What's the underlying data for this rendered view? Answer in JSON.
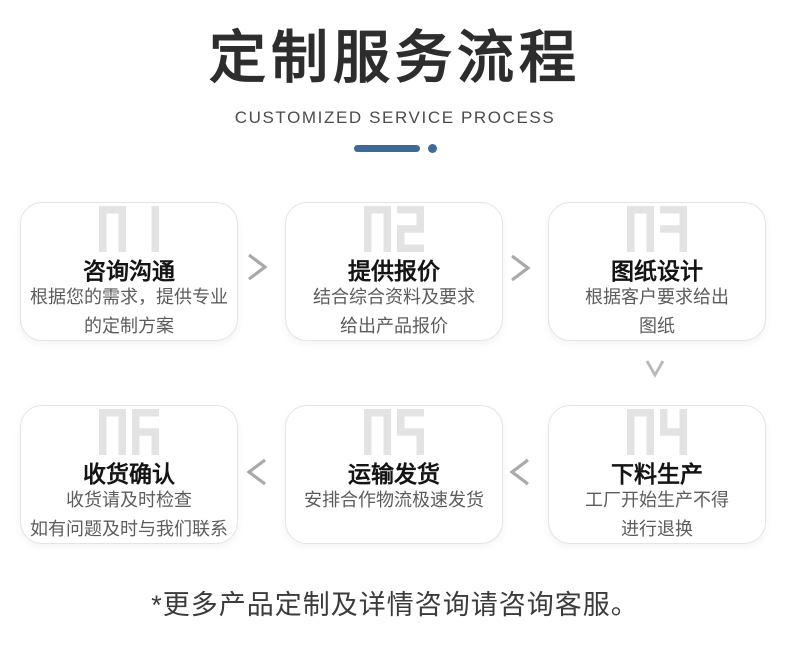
{
  "header": {
    "title": "定制服务流程",
    "subtitle": "CUSTOMIZED SERVICE PROCESS"
  },
  "theme": {
    "accent_blue": "#3e6b96",
    "digit_gray": "#e3e3e3",
    "arrow_gray": "#a9a9a9",
    "chevron_down_gray": "#b9b9b9",
    "title_color": "#2d2d2d",
    "desc_color": "#5c5c5c"
  },
  "icons": {
    "next_arrow": "chevron-right",
    "prev_arrow": "chevron-left",
    "down_arrow": "chevron-down"
  },
  "steps": [
    {
      "num": "01",
      "title": "咨询沟通",
      "desc": "根据您的需求，提供专业\n的定制方案"
    },
    {
      "num": "02",
      "title": "提供报价",
      "desc": "结合综合资料及要求\n给出产品报价"
    },
    {
      "num": "03",
      "title": "图纸设计",
      "desc": "根据客户要求给出\n图纸"
    },
    {
      "num": "04",
      "title": "下料生产",
      "desc": "工厂开始生产不得\n进行退换"
    },
    {
      "num": "05",
      "title": "运输发货",
      "desc": "安排合作物流极速发货"
    },
    {
      "num": "06",
      "title": "收货确认",
      "desc": "收货请及时检查\n如有问题及时与我们联系"
    }
  ],
  "footer": {
    "note": "*更多产品定制及详情咨询请咨询客服。"
  }
}
